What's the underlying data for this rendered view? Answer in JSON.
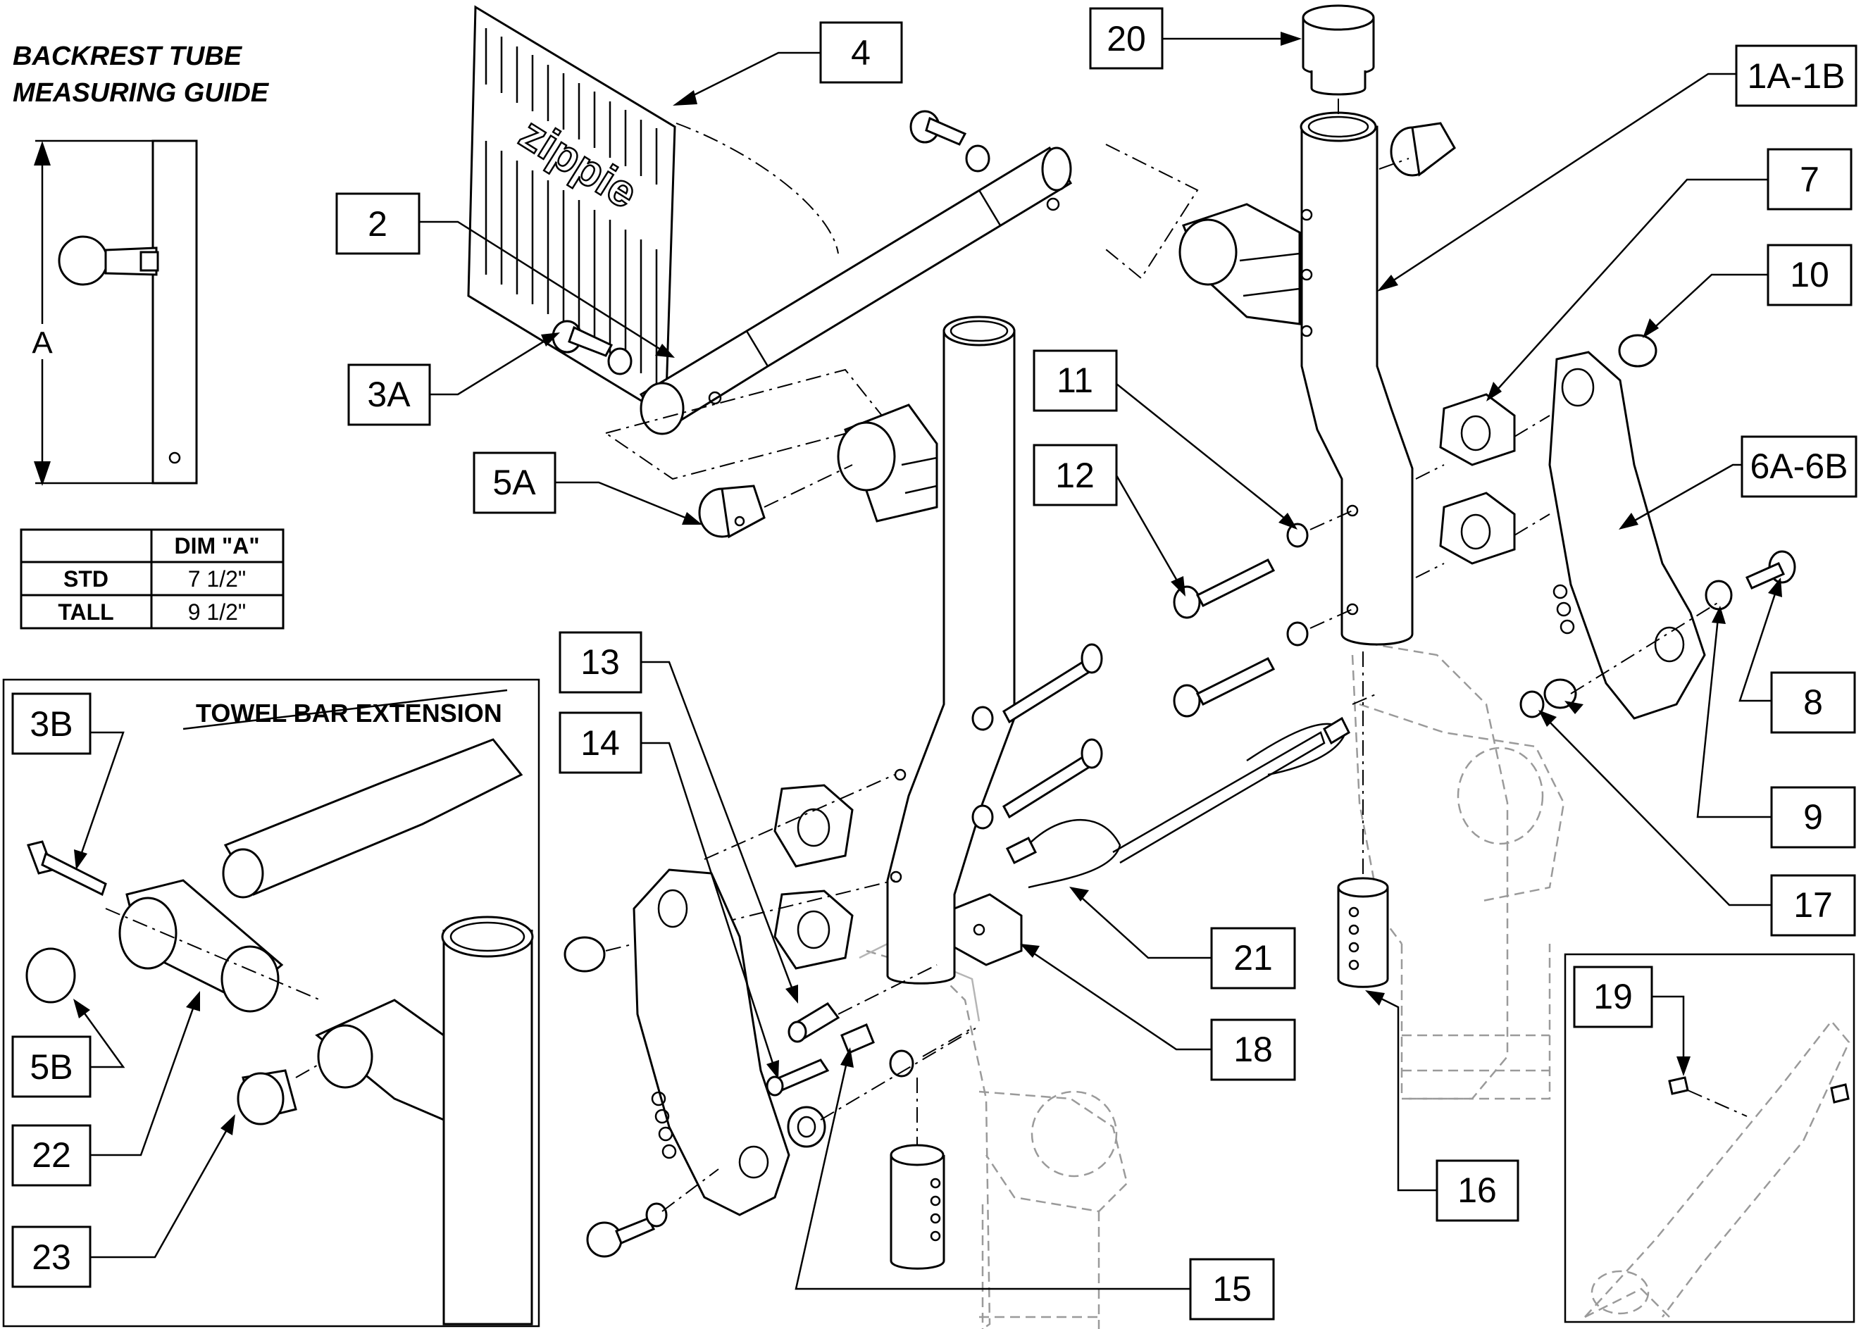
{
  "guide": {
    "title_line1": "BACKREST TUBE",
    "title_line2": "MEASURING GUIDE",
    "dimension_letter": "A",
    "table": {
      "header": [
        "",
        "DIM \"A\""
      ],
      "rows": [
        {
          "size": "STD",
          "dim": "7 1/2\""
        },
        {
          "size": "TALL",
          "dim": "9 1/2\""
        }
      ]
    }
  },
  "brand_text": "zippie",
  "inset_towel_bar": {
    "title": "TOWEL BAR EXTENSION",
    "callouts": [
      "3B",
      "5B",
      "22",
      "23"
    ]
  },
  "inset_detail": {
    "callouts": [
      "19"
    ]
  },
  "callouts": {
    "c4": "4",
    "c20": "20",
    "c1a1b": "1A-1B",
    "c2": "2",
    "c7": "7",
    "c10": "10",
    "c3a": "3A",
    "c11": "11",
    "c5a": "5A",
    "c12": "12",
    "c6a6b": "6A-6B",
    "c8": "8",
    "c13": "13",
    "c14": "14",
    "c9": "9",
    "c3b": "3B",
    "c21": "21",
    "c17": "17",
    "c18": "18",
    "c5b": "5B",
    "c22": "22",
    "c19": "19",
    "c16": "16",
    "c23": "23",
    "c15": "15"
  }
}
